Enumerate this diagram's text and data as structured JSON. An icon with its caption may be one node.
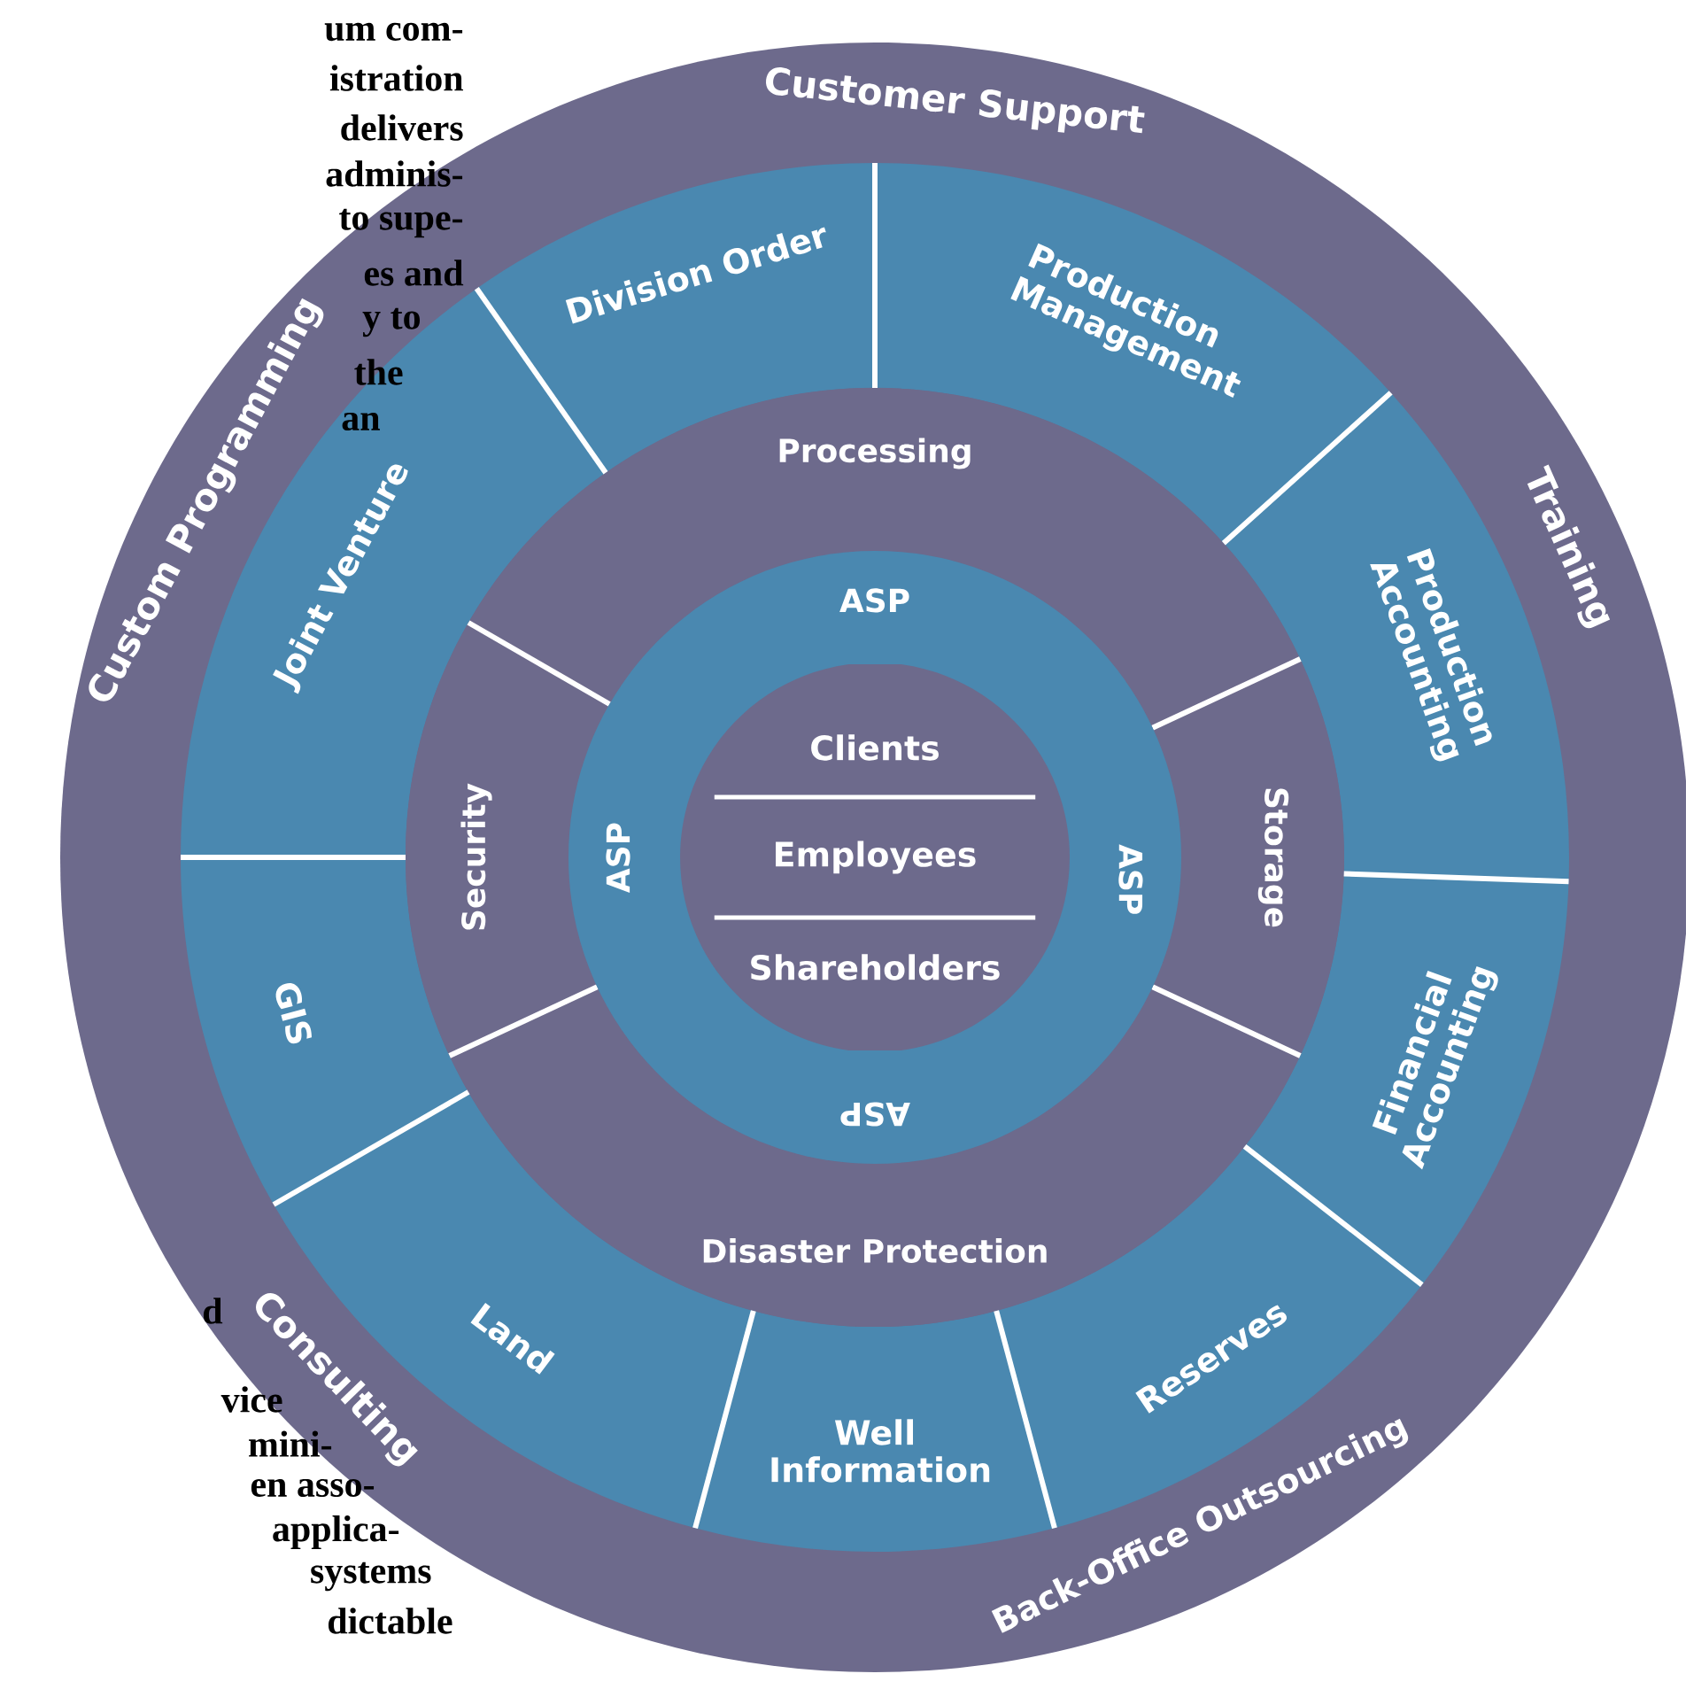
{
  "diagram": {
    "nodes": [
      {
        "text": [
          "Customer Support",
          "Training",
          "Back-Office Outsourcing",
          "Consulting",
          "Custom Programming"
        ]
      },
      {
        "text": [
          "Division Order"
        ],
        "in": 0
      },
      {
        "text": [
          "Production Management"
        ],
        "in": 0
      },
      {
        "text": [
          "Production Accounting"
        ],
        "in": 0
      },
      {
        "text": [
          "Financial Accounting"
        ],
        "in": 0
      },
      {
        "text": [
          "Reserves"
        ],
        "in": 0
      },
      {
        "text": [
          "Well Information"
        ],
        "in": 0
      },
      {
        "text": [
          "Land"
        ],
        "in": 0
      },
      {
        "text": [
          "GIS"
        ],
        "in": 0
      },
      {
        "text": [
          "Joint Venture"
        ],
        "in": 0
      },
      {
        "text": [
          "Processing"
        ],
        "in": 0
      },
      {
        "text": [
          "Storage"
        ],
        "in": 0
      },
      {
        "text": [
          "Disaster Protection"
        ],
        "in": 0
      },
      {
        "text": [
          "Security"
        ],
        "in": 0
      },
      {
        "text": [
          "ASP",
          "ASP",
          "ASP",
          "ASP"
        ],
        "in": 0
      },
      {
        "text": [
          "Clients"
        ],
        "in": 14
      },
      {
        "text": [
          "Employees"
        ],
        "in": 14
      },
      {
        "text": [
          "Shareholders"
        ],
        "in": 14
      }
    ],
    "labels": [
      "um com-",
      "istration",
      "delivers",
      "adminis-",
      "to supe-",
      "es and",
      "y to",
      "the",
      "an",
      "d",
      "vice",
      "mini-",
      "en asso-",
      "applica-",
      "systems",
      "dictable"
    ]
  }
}
